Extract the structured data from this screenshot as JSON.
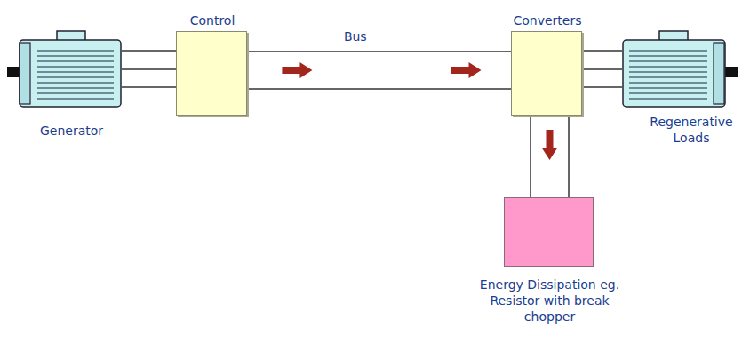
{
  "diagram": {
    "nodes": [
      {
        "text": [
          "Generator"
        ]
      },
      {
        "text": [
          "Control"
        ]
      },
      {
        "text": [
          "Converters"
        ]
      },
      {
        "text": [
          "Regenerative Loads"
        ]
      },
      {
        "text": [
          "Energy Dissipation eg. Resistor with break chopper"
        ]
      }
    ],
    "edges": [
      {
        "from": 0,
        "to": 1,
        "arrow": "none"
      },
      {
        "from": 1,
        "to": 2,
        "arrow": "to",
        "label": "Bus"
      },
      {
        "from": 2,
        "to": 3,
        "arrow": "none"
      },
      {
        "from": 2,
        "to": 4,
        "arrow": "to"
      }
    ]
  }
}
